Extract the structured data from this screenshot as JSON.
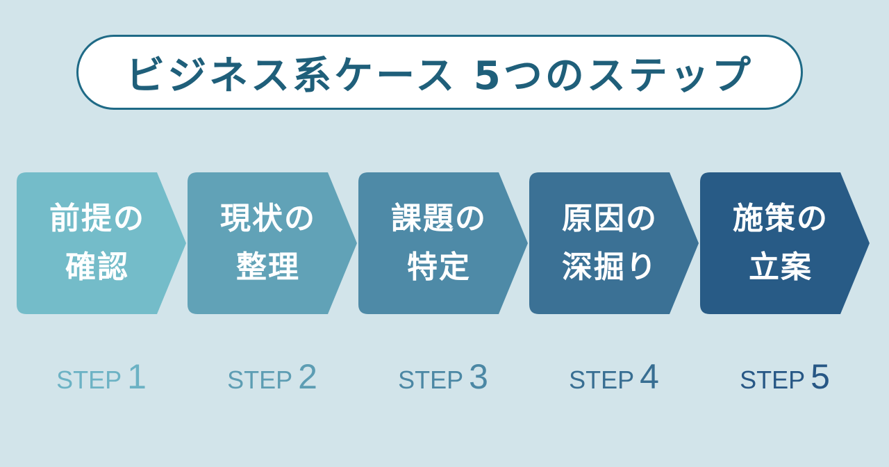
{
  "title": "ビジネス系ケース 5つのステップ",
  "steps": [
    {
      "line1": "前提の",
      "line2": "確認",
      "step_word": "STEP",
      "step_num": "1",
      "color": "#74bcc9",
      "label_color": "#6cb2c4"
    },
    {
      "line1": "現状の",
      "line2": "整理",
      "step_word": "STEP",
      "step_num": "2",
      "color": "#61a2b7",
      "label_color": "#5d9db3"
    },
    {
      "line1": "課題の",
      "line2": "特定",
      "step_word": "STEP",
      "step_num": "3",
      "color": "#4e8aa7",
      "label_color": "#4b87a4"
    },
    {
      "line1": "原因の",
      "line2": "深掘り",
      "step_word": "STEP",
      "step_num": "4",
      "color": "#3b7195",
      "label_color": "#386e92"
    },
    {
      "line1": "施策の",
      "line2": "立案",
      "step_word": "STEP",
      "step_num": "5",
      "color": "#285b86",
      "label_color": "#275785"
    }
  ]
}
